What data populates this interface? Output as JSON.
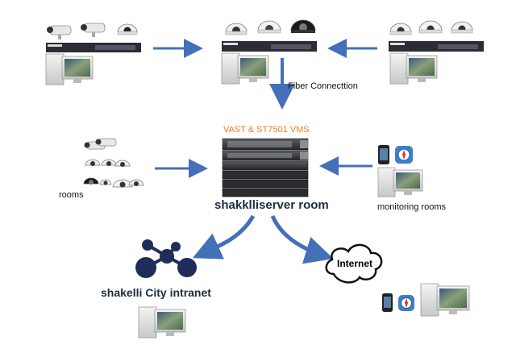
{
  "labels": {
    "fiber": "Fiber Connecttion",
    "vms": "VAST & ST7501 VMS",
    "server_room": "shakklliserver room",
    "rooms": "rooms",
    "monitoring": "monitoring rooms",
    "intranet": "shakelli City intranet",
    "internet": "Internet"
  },
  "colors": {
    "arrow": "#4470b8",
    "arrow_dark": "#2f5597",
    "vms_text": "#f07f1f",
    "switch": "#2a2d33",
    "intranet_nodes": "#1e2d5a"
  }
}
